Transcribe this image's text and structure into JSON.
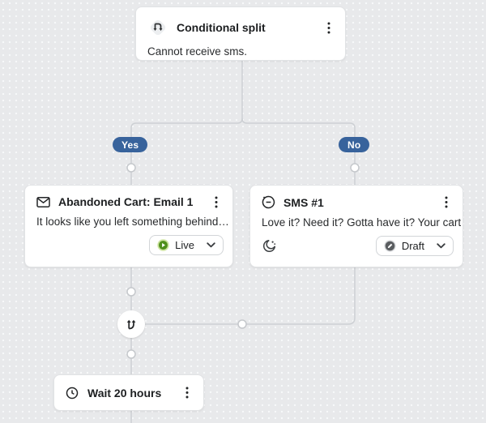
{
  "canvas": {
    "background_color": "#e8e9eb",
    "dot_color": "#f7f8f9",
    "connector_color": "#cdd0d4"
  },
  "flow": {
    "conditional_split": {
      "title": "Conditional split",
      "description": "Cannot receive sms.",
      "icon": "conditional-split-icon",
      "menu_icon": "kebab-menu-icon"
    },
    "branches": {
      "yes_label": "Yes",
      "no_label": "No",
      "pill_color": "#38639c"
    },
    "email_card": {
      "icon": "envelope-icon",
      "title": "Abandoned Cart: Email 1",
      "menu_icon": "kebab-menu-icon",
      "preview": "It looks like you left something behind…",
      "status": {
        "label": "Live",
        "icon": "live-play-icon",
        "color": "#4f8f1b",
        "chevron_icon": "chevron-down-icon"
      }
    },
    "sms_card": {
      "icon": "chat-bubble-icon",
      "title": "SMS #1",
      "menu_icon": "kebab-menu-icon",
      "preview": "Love it? Need it? Gotta have it? Your cart i…",
      "quiet_hours_icon": "moon-clock-icon",
      "status": {
        "label": "Draft",
        "icon": "draft-pencil-icon",
        "color": "#5a5d60",
        "chevron_icon": "chevron-down-icon"
      }
    },
    "merge_node": {
      "icon": "merge-arrows-icon"
    },
    "wait_card": {
      "icon": "clock-icon",
      "title": "Wait 20 hours",
      "menu_icon": "kebab-menu-icon"
    }
  }
}
